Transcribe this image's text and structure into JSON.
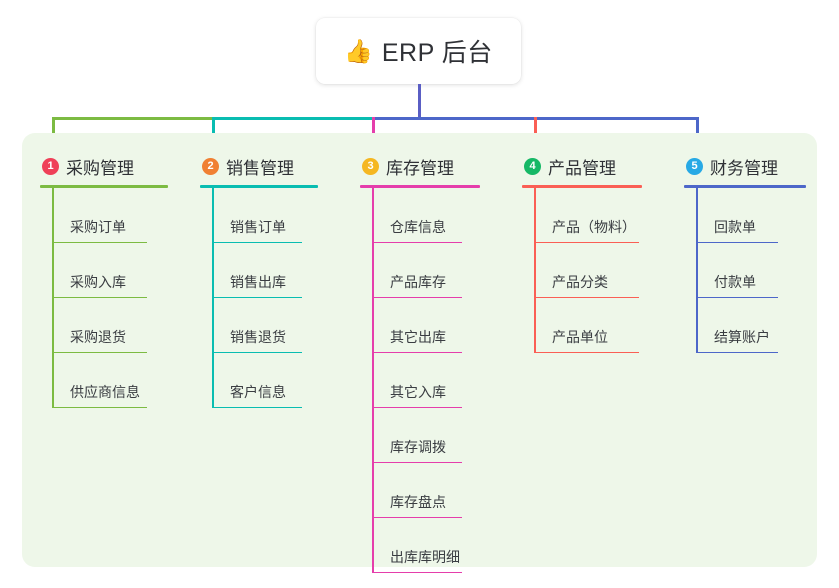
{
  "root": {
    "icon": "thumbs-up-emoji",
    "emoji": "👍",
    "title": "ERP 后台"
  },
  "colors": {
    "panel_background": "#eef7e9",
    "page_background": "#ffffff",
    "trunk": "#5a5ec4",
    "text": "#2f3136"
  },
  "columns": [
    {
      "number": "1",
      "title": "采购管理",
      "badge_color": "#ef4058",
      "line_color": "#7cbb42",
      "items": [
        {
          "label": "采购订单"
        },
        {
          "label": "采购入库"
        },
        {
          "label": "采购退货"
        },
        {
          "label": "供应商信息"
        }
      ]
    },
    {
      "number": "2",
      "title": "销售管理",
      "badge_color": "#f08033",
      "line_color": "#09bdb1",
      "items": [
        {
          "label": "销售订单"
        },
        {
          "label": "销售出库"
        },
        {
          "label": "销售退货"
        },
        {
          "label": "客户信息"
        }
      ]
    },
    {
      "number": "3",
      "title": "库存管理",
      "badge_color": "#f5b721",
      "line_color": "#e53eab",
      "items": [
        {
          "label": "仓库信息"
        },
        {
          "label": "产品库存"
        },
        {
          "label": "其它出库"
        },
        {
          "label": "其它入库"
        },
        {
          "label": "库存调拨"
        },
        {
          "label": "库存盘点"
        },
        {
          "label": "出库库明细"
        }
      ]
    },
    {
      "number": "4",
      "title": "产品管理",
      "badge_color": "#16b866",
      "line_color": "#fa5f55",
      "items": [
        {
          "label": "产品（物料）"
        },
        {
          "label": "产品分类"
        },
        {
          "label": "产品单位"
        }
      ]
    },
    {
      "number": "5",
      "title": "财务管理",
      "badge_color": "#27a9e5",
      "line_color": "#4d67c9",
      "items": [
        {
          "label": "回款单"
        },
        {
          "label": "付款单"
        },
        {
          "label": "结算账户"
        }
      ]
    }
  ]
}
